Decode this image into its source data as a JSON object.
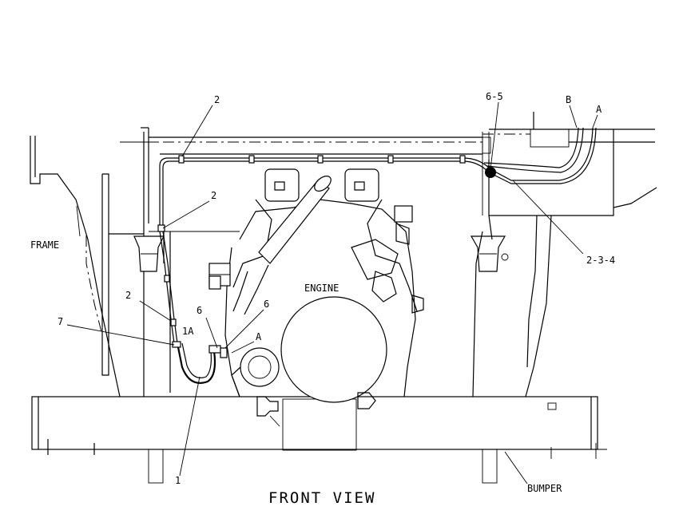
{
  "labels": {
    "frame": "FRAME",
    "engine": "ENGINE",
    "bumper": "BUMPER",
    "front_view": "FRONT VIEW",
    "callout_2_top": "2",
    "callout_2_mid": "2",
    "callout_2_left": "2",
    "callout_6_5": "6-5",
    "callout_b": "B",
    "callout_a_top": "A",
    "callout_2_3_4": "2-3-4",
    "callout_7": "7",
    "callout_1a": "1A",
    "callout_6_left": "6",
    "callout_6_right": "6",
    "callout_a_low": "A",
    "callout_1": "1"
  }
}
